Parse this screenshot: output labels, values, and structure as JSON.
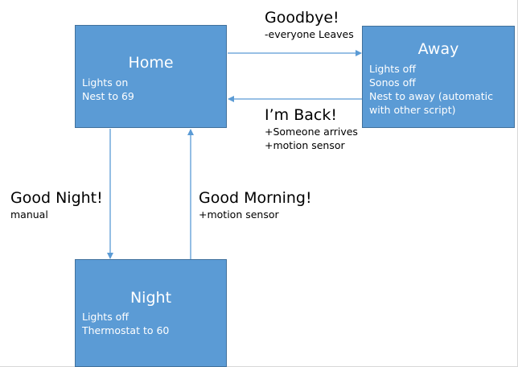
{
  "states": {
    "home": {
      "title": "Home",
      "actions": [
        "Lights on",
        "Nest to 69"
      ]
    },
    "away": {
      "title": "Away",
      "actions": [
        "Lights off",
        "Sonos off",
        "Nest to away (automatic",
        "with other script)"
      ]
    },
    "night": {
      "title": "Night",
      "actions": [
        "Lights off",
        "Thermostat to 60"
      ]
    }
  },
  "transitions": {
    "goodbye": {
      "name": "Goodbye!",
      "conditions": [
        "-everyone Leaves"
      ]
    },
    "back": {
      "name": "I’m Back!",
      "conditions": [
        "+Someone arrives",
        "+motion sensor"
      ]
    },
    "goodnight": {
      "name": "Good Night!",
      "conditions": [
        "manual"
      ]
    },
    "goodmorning": {
      "name": "Good Morning!",
      "conditions": [
        "+motion sensor"
      ]
    }
  },
  "colors": {
    "state_fill": "#5b9bd5",
    "state_border": "#41719c",
    "arrow": "#5b9bd5"
  }
}
